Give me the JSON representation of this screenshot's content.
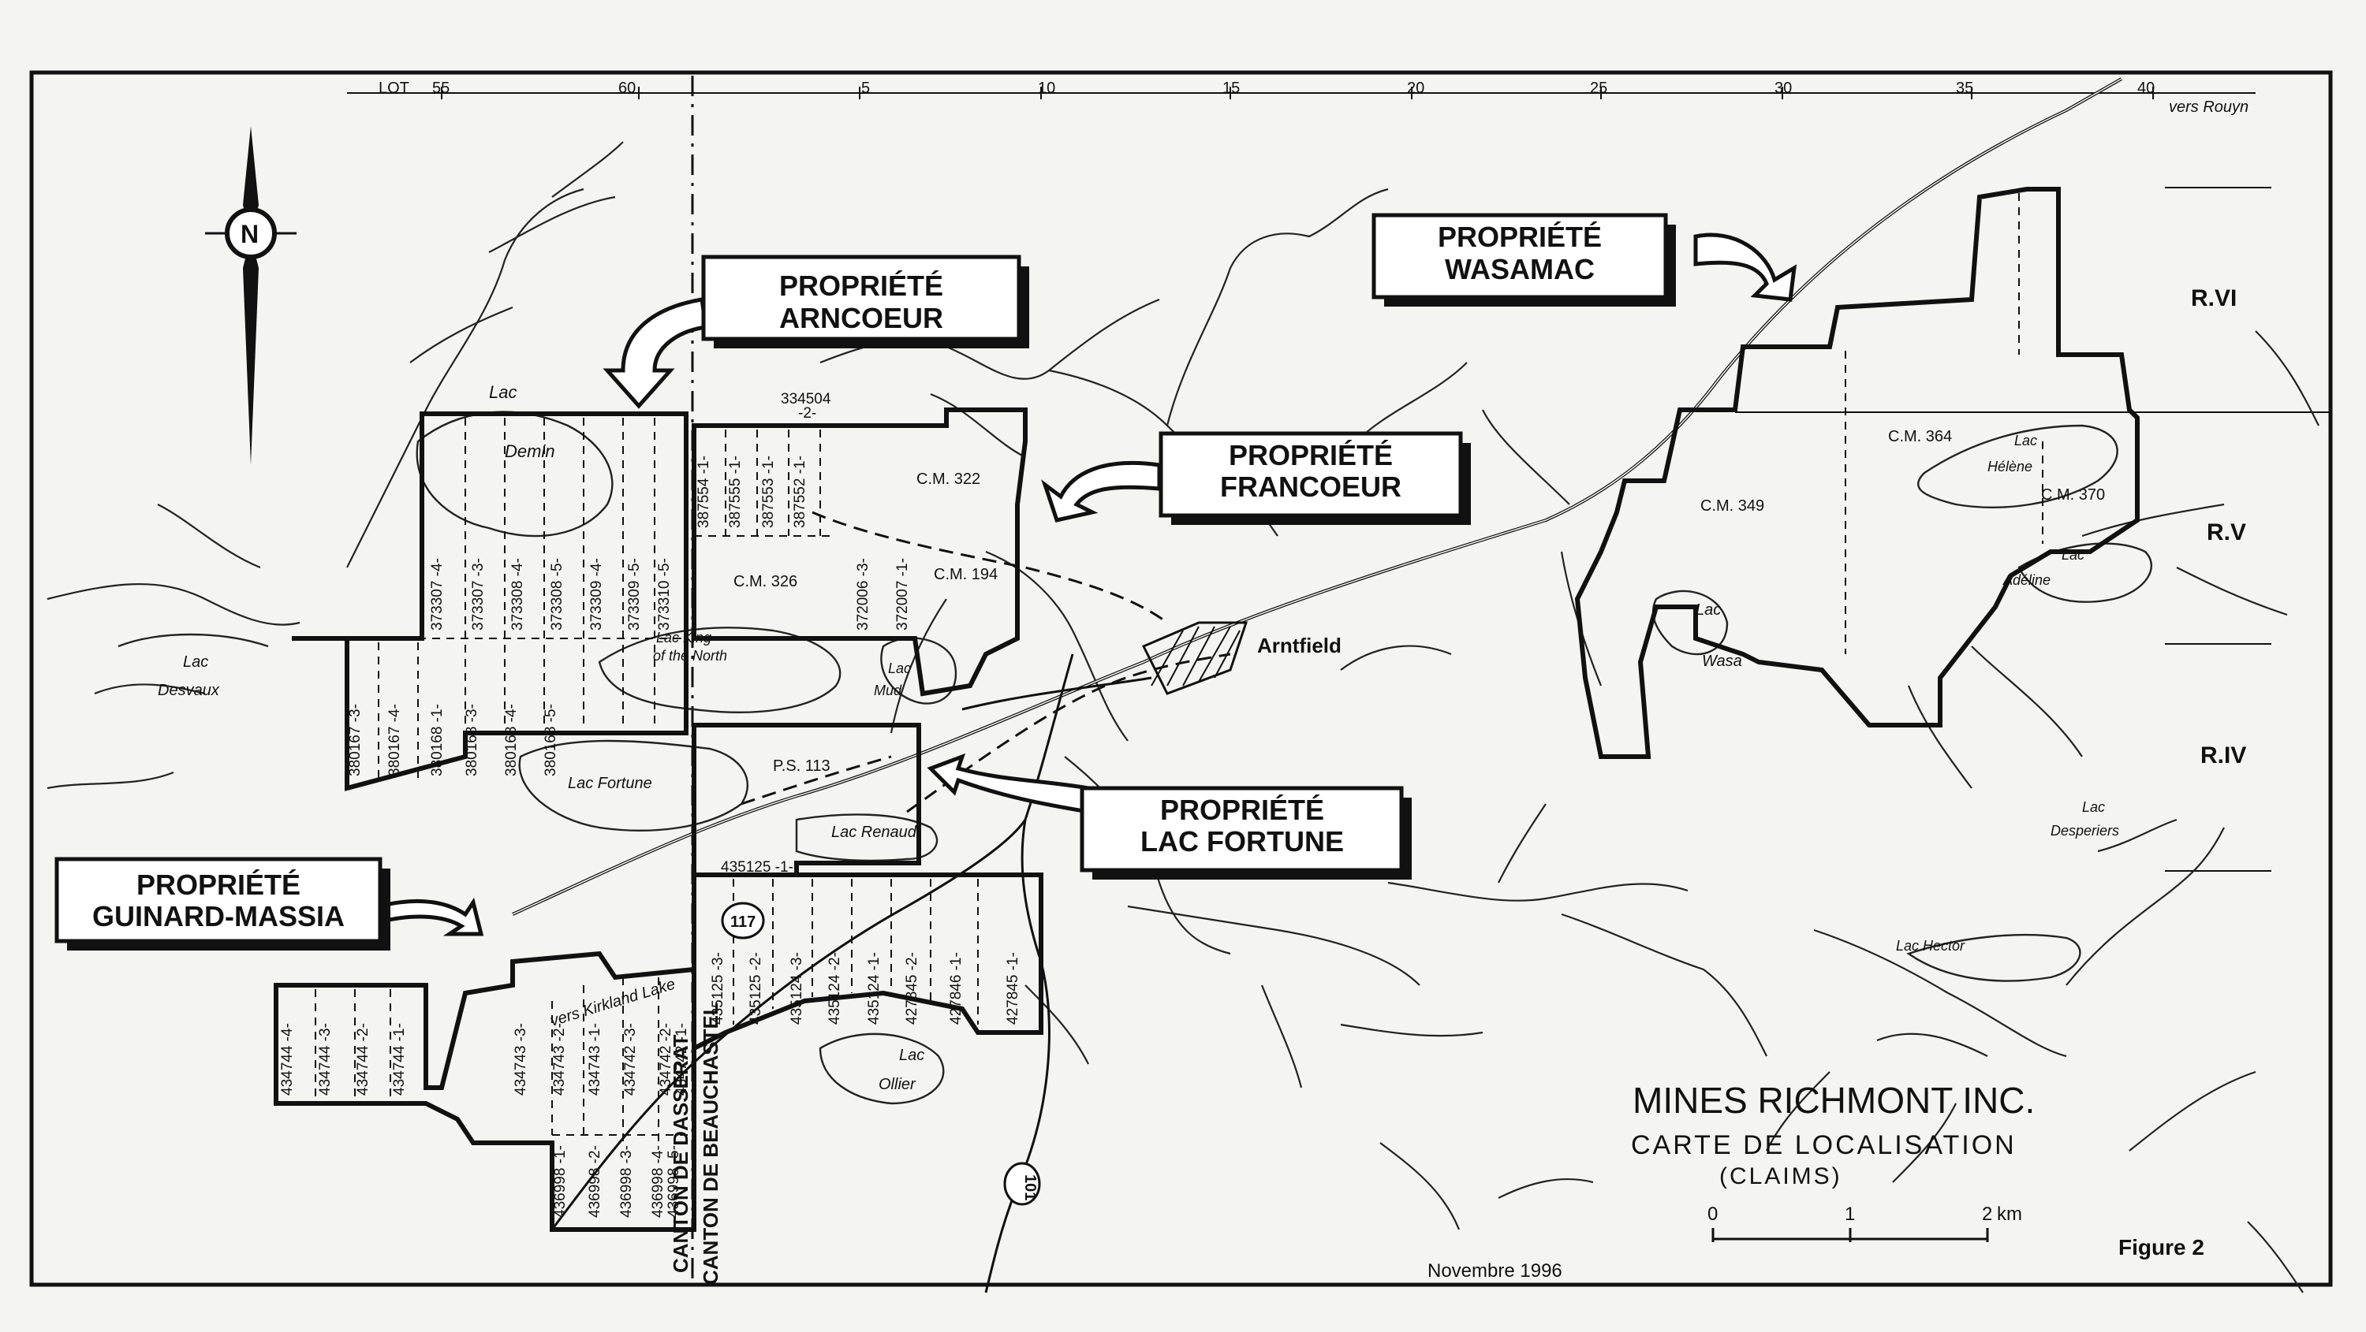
{
  "lot_row": {
    "lot_label": "LOT",
    "numbers": [
      "55",
      "60",
      "5",
      "10",
      "15",
      "20",
      "25",
      "30",
      "35",
      "40"
    ],
    "to_rouyn": "vers Rouyn"
  },
  "north_symbol": "N",
  "ranges": [
    "R.VI",
    "R.V",
    "R.IV"
  ],
  "properties": {
    "arncoeur": [
      "PROPRIÉTÉ",
      "ARNCOEUR"
    ],
    "wasamac": [
      "PROPRIÉTÉ",
      "WASAMAC"
    ],
    "francoeur": [
      "PROPRIÉTÉ",
      "FRANCOEUR"
    ],
    "lac_fortune": [
      "PROPRIÉTÉ",
      "LAC FORTUNE"
    ],
    "guinard_massia": [
      "PROPRIÉTÉ",
      "GUINARD-MASSIA"
    ]
  },
  "lakes": {
    "demin": [
      "Lac",
      "Demin"
    ],
    "desvaux": [
      "Lac",
      "Desvaux"
    ],
    "king_north": [
      "Lac King",
      "of the North"
    ],
    "mud": [
      "Lac",
      "Mud"
    ],
    "fortune": "Lac Fortune",
    "renaud": "Lac Renaud",
    "kirkland": "vers Kirkland Lake",
    "ollier": [
      "Lac",
      "Ollier"
    ],
    "wasa": [
      "Lac",
      "Wasa"
    ],
    "helene": [
      "Lac",
      "Hélène"
    ],
    "adeline": [
      "Lac",
      "Adéline"
    ],
    "desperiers": [
      "Lac",
      "Desperiers"
    ],
    "hector": "Lac Hector"
  },
  "town": "Arntfield",
  "mining_titles": {
    "cm322": "C.M. 322",
    "cm326": "C.M. 326",
    "cm194": "C.M. 194",
    "ps113": "P.S. 113",
    "cm349": "C.M. 349",
    "cm364": "C.M. 364",
    "cm370": "C.M. 370"
  },
  "claims": {
    "top_claim": [
      "334504",
      "-2-"
    ],
    "francoeur_cols": [
      "387554 -1-",
      "387555 -1-",
      "387553 -1-",
      "387552 -1-"
    ],
    "arncoeur_upper": [
      "373307 -4-",
      "373307 -3-",
      "373308 -4-",
      "373308 -5-",
      "373309 -4-",
      "373309 -5-",
      "373310 -5-"
    ],
    "arncoeur_lower": [
      "380167 -3-",
      "380167 -4-",
      "380168 -1-",
      "380168 -3-",
      "380168 -4-",
      "380168 -5-"
    ],
    "guinard": [
      "434744 -4-",
      "434744 -3-",
      "434744 -2-",
      "434744 -1-",
      "434743 -3-",
      "434743 -2-",
      "434743 -1-",
      "434742 -3-",
      "434742 -2-",
      "434742 -1-"
    ],
    "guinard_lower": [
      "436998 -1-",
      "436998 -2-",
      "436998 -3-",
      "436998 -4-",
      "436998 -5-"
    ],
    "lac_fortune_south_top": "435125 -1-",
    "lac_fortune_south": [
      "435125 -3-",
      "435125 -2-",
      "435124 -3-",
      "435124 -2-",
      "435124 -1-",
      "427845 -2-",
      "427846 -1-",
      "427845 -1-"
    ],
    "diag": [
      "372006 -3-",
      "372007 -1-"
    ]
  },
  "roads": {
    "r117": "117",
    "r101": "101"
  },
  "cantons": {
    "dasserat": "CANTON DE DASSERAT",
    "beauchastel": "CANTON DE BEAUCHASTEL"
  },
  "title_block": {
    "company": "MINES RICHMONT INC.",
    "map_type": "CARTE DE LOCALISATION",
    "subtitle": "(CLAIMS)",
    "figure": "Figure 2",
    "date": "Novembre 1996"
  },
  "scale": {
    "ticks": [
      "0",
      "1",
      "2"
    ],
    "unit": "km"
  },
  "colors": {
    "ink": "#111111",
    "paper": "#f4f4f2"
  }
}
